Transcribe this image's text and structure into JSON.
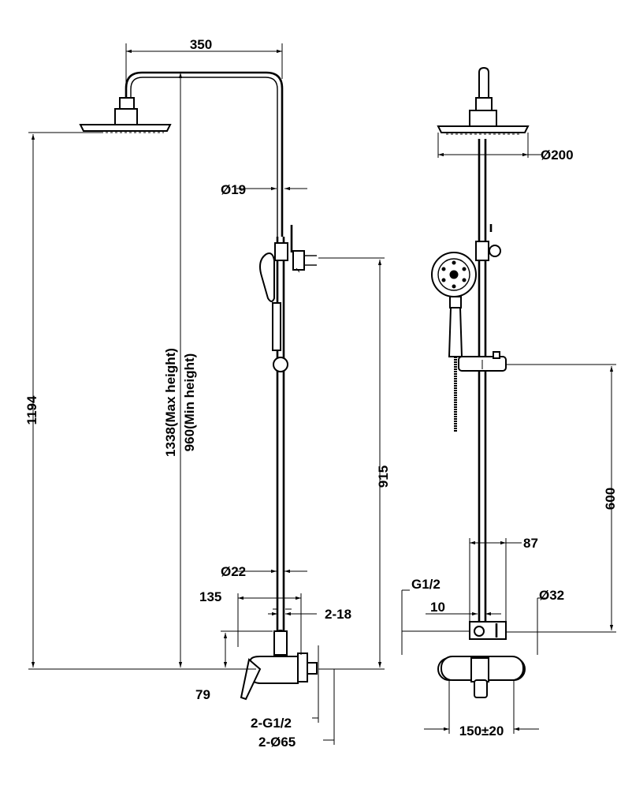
{
  "dimensions": {
    "top_width": "350",
    "shower_head_diameter": "Ø200",
    "arm_pipe_diameter": "Ø19",
    "total_height": "1194",
    "max_height": "1338(Max height)",
    "min_height": "960(Min height)",
    "riser_to_holder": "915",
    "lower_pipe_diameter": "Ø22",
    "mixer_offset": "135",
    "screw_spec": "2-18",
    "valve_height": "79",
    "inlet_thread": "2-G1/2",
    "escutcheon_diameter": "2-Ø65",
    "slider_height": "600",
    "side_spacing": "87",
    "outlet_thread": "G1/2",
    "gap": "10",
    "diverter_diameter": "Ø32",
    "centers": "150±20"
  }
}
